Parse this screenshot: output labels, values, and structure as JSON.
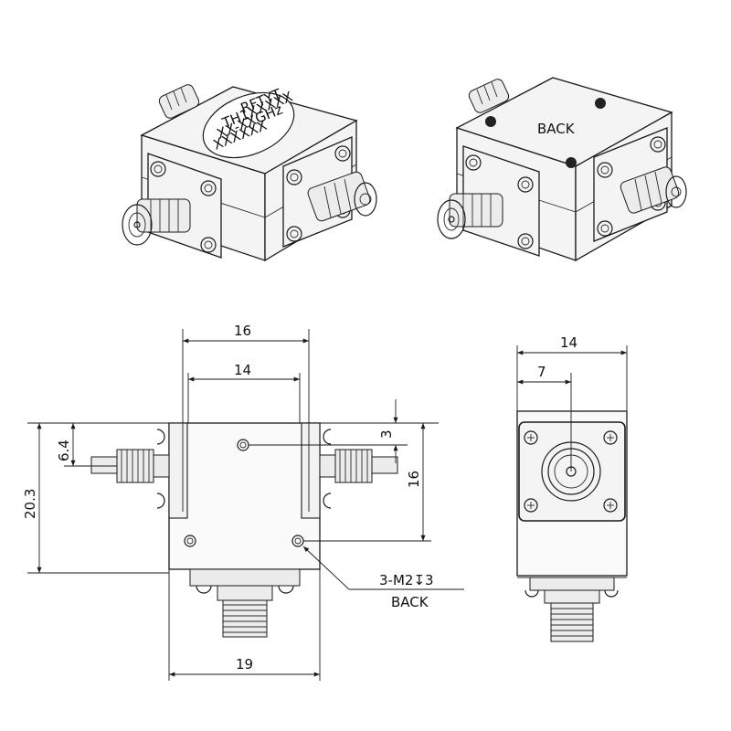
{
  "top_views": {
    "front_label_lines": [
      "RFTYT",
      "TH1XXXXX",
      "XX-XXGHz",
      "XXXXXX"
    ],
    "back_label": "BACK"
  },
  "front_view": {
    "dim_top_outer": "16",
    "dim_top_inner": "14",
    "dim_left_total": "20.3",
    "dim_left_port": "6.4",
    "dim_right_hole_offset": "3",
    "dim_right_height": "16",
    "dim_bottom_width": "19",
    "callout_holes": "3-M2↧3",
    "callout_back": "BACK"
  },
  "side_view": {
    "dim_top_width": "14",
    "dim_top_half": "7"
  },
  "colors": {
    "line": "#1a1a1a",
    "background": "#ffffff"
  }
}
